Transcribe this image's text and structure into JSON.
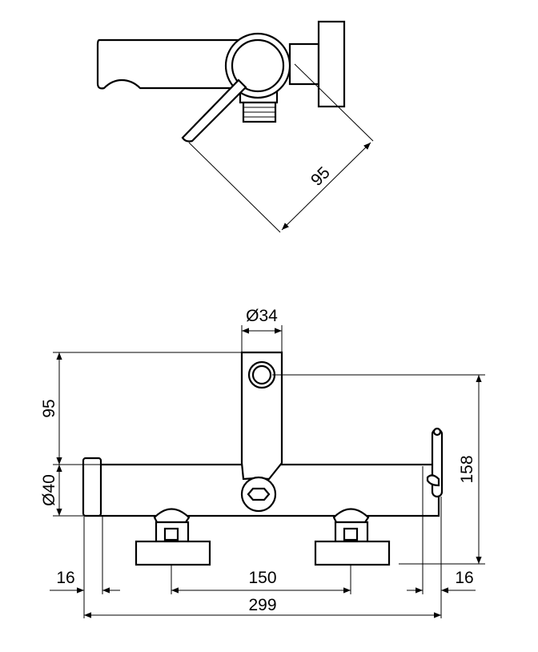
{
  "top_view": {
    "dimension_depth": "95"
  },
  "front_view": {
    "outlet_diameter": "Ø34",
    "height_above_body": "95",
    "body_diameter": "Ø40",
    "total_height": "158",
    "left_cap": "16",
    "inlet_spacing": "150",
    "right_cap": "16",
    "total_width": "299"
  },
  "colors": {
    "line": "#000000",
    "background": "#ffffff"
  }
}
